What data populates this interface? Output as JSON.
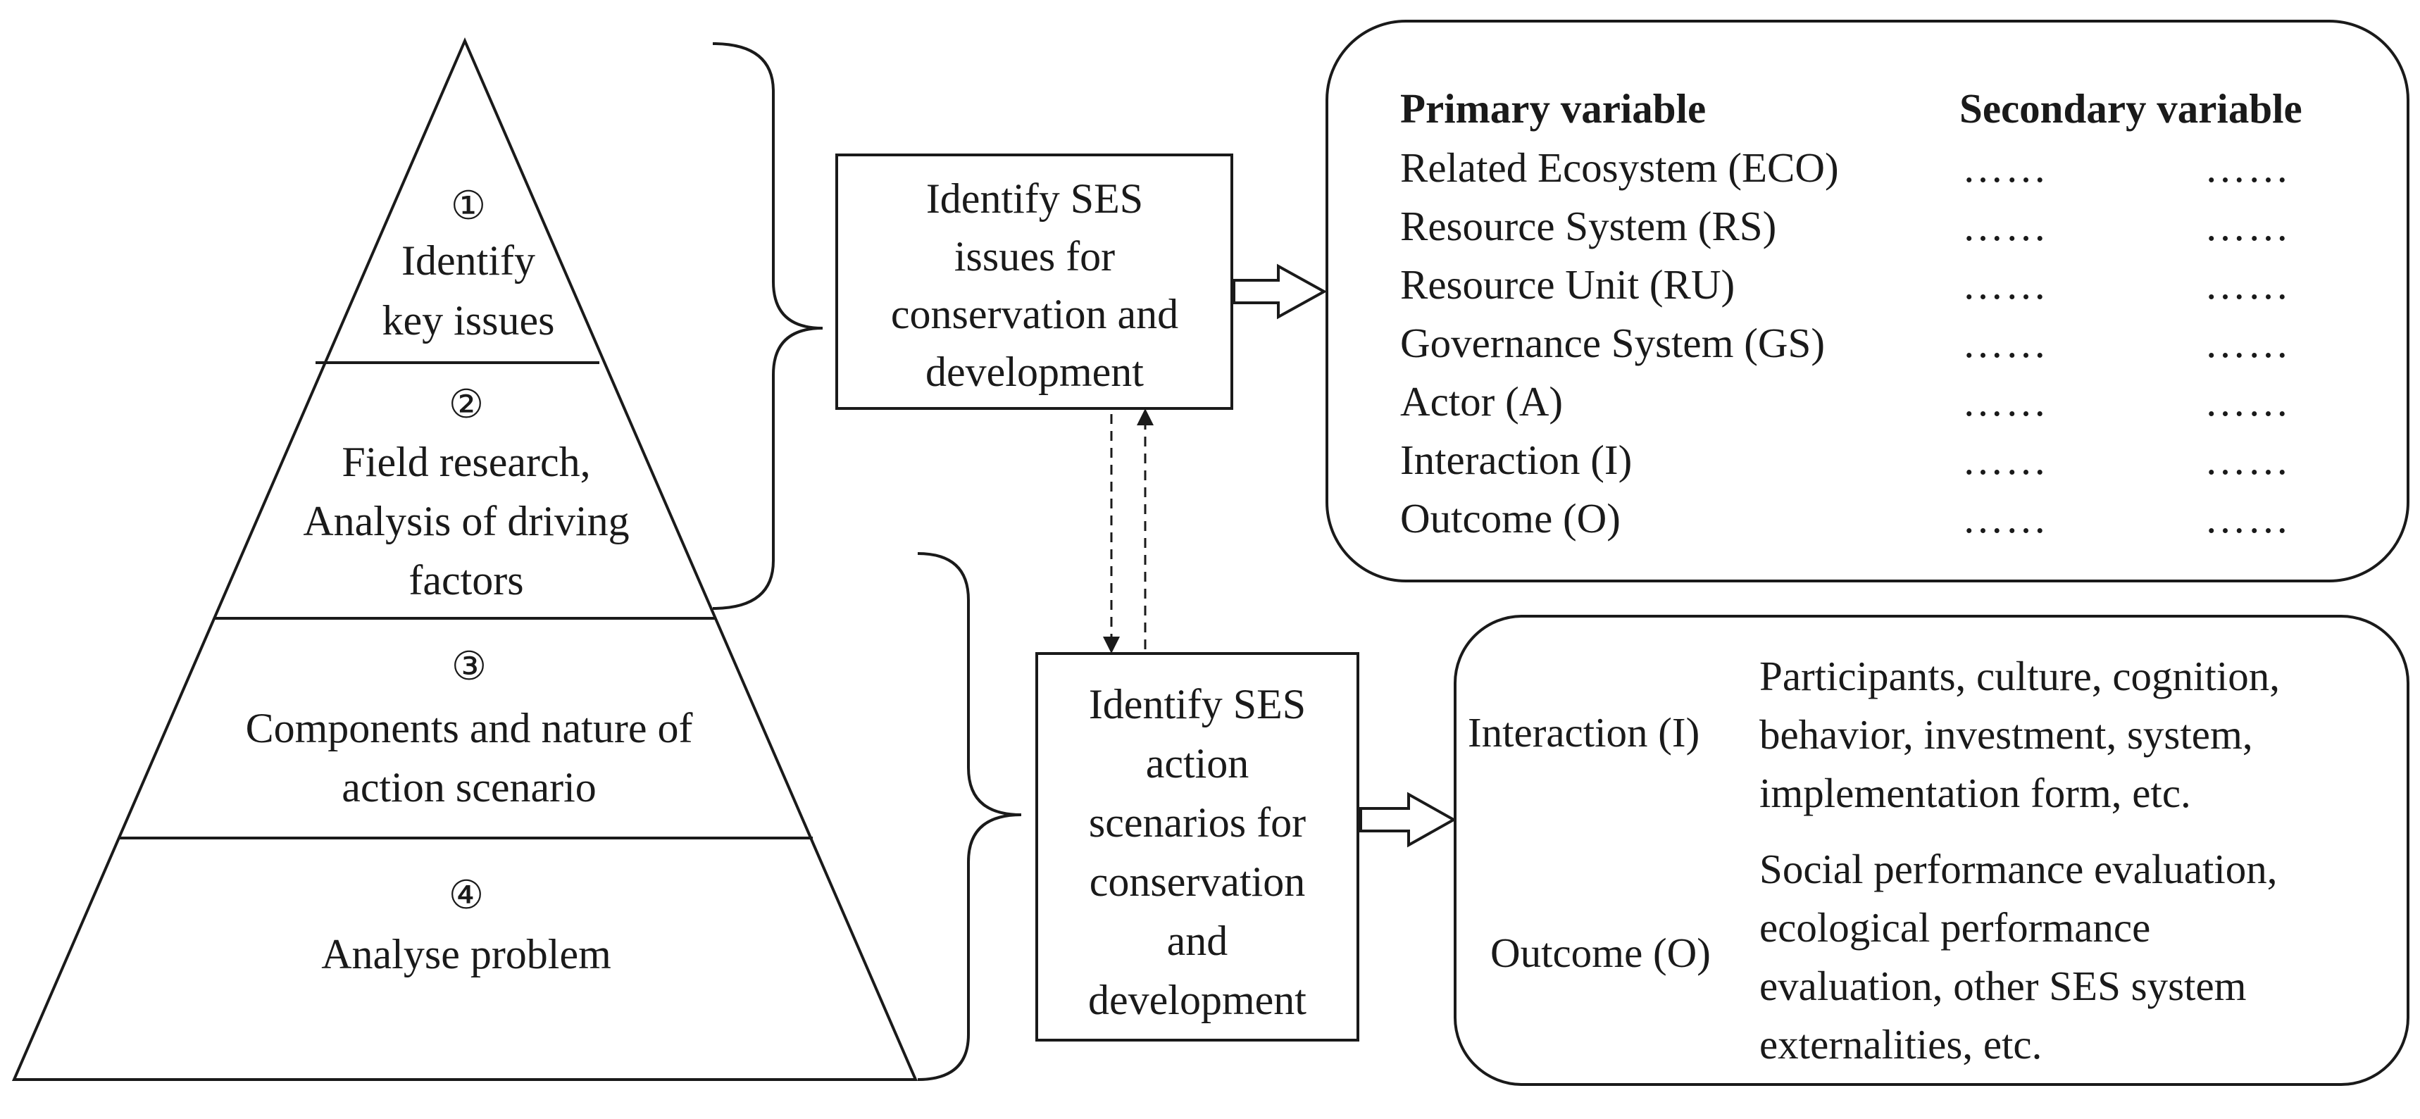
{
  "pyramid": {
    "steps": [
      {
        "number": "①",
        "lines": [
          "Identify",
          "key issues"
        ]
      },
      {
        "number": "②",
        "lines": [
          "Field research,",
          "Analysis of driving",
          "factors"
        ]
      },
      {
        "number": "③",
        "lines": [
          "Components and nature of",
          "action scenario"
        ]
      },
      {
        "number": "④",
        "lines": [
          "Analyse problem"
        ]
      }
    ]
  },
  "issues_box": {
    "lines": [
      "Identify SES",
      "issues for",
      "conservation and",
      "development"
    ]
  },
  "scenarios_box": {
    "lines": [
      "Identify SES",
      "action",
      "scenarios for",
      "conservation",
      "and",
      "development"
    ]
  },
  "variables_panel": {
    "primary_header": "Primary variable",
    "secondary_header": "Secondary variable",
    "rows": [
      {
        "primary": "Related Ecosystem (ECO)",
        "secondary_1": "……",
        "secondary_2": "……"
      },
      {
        "primary": "Resource System (RS)",
        "secondary_1": "……",
        "secondary_2": "……"
      },
      {
        "primary": "Resource Unit (RU)",
        "secondary_1": "……",
        "secondary_2": "……"
      },
      {
        "primary": "Governance System (GS)",
        "secondary_1": "……",
        "secondary_2": "……"
      },
      {
        "primary": "Actor (A)",
        "secondary_1": "……",
        "secondary_2": "……"
      },
      {
        "primary": "Interaction (I)",
        "secondary_1": "……",
        "secondary_2": "……"
      },
      {
        "primary": "Outcome (O)",
        "secondary_1": "……",
        "secondary_2": "……"
      }
    ]
  },
  "interaction_panel": {
    "interaction_label": "Interaction (I)",
    "interaction_lines": [
      "Participants, culture, cognition,",
      "behavior, investment, system,",
      "implementation form, etc."
    ],
    "outcome_label": "Outcome (O)",
    "outcome_lines": [
      "Social performance evaluation,",
      "ecological performance",
      "evaluation, other SES system",
      "externalities, etc."
    ]
  }
}
